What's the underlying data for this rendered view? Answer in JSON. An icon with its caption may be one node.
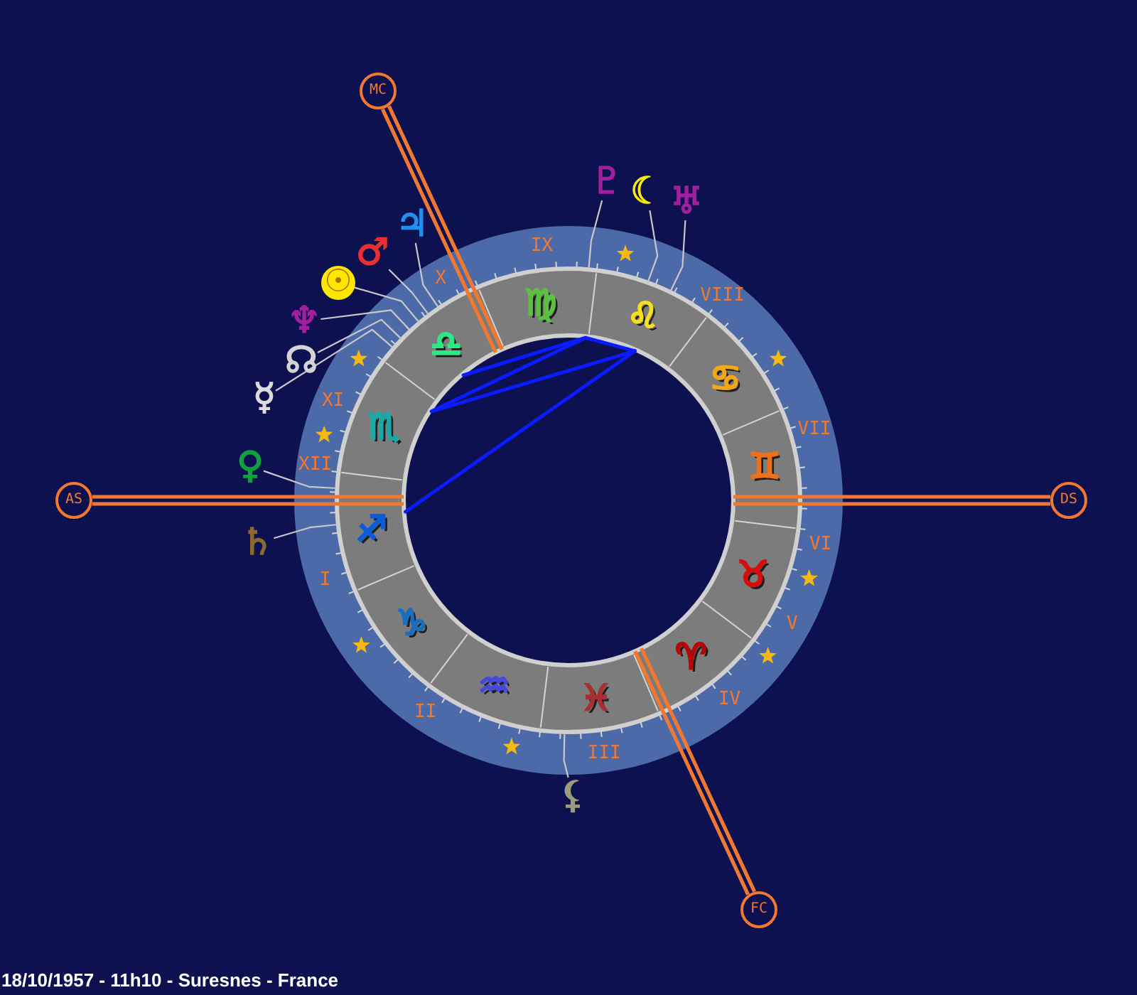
{
  "diagram": {
    "caption": "18/10/1957 - 11h10 - Suresnes - France",
    "nodes": [
      {
        "text": [
          "MC"
        ]
      },
      {
        "text": [
          "♇"
        ]
      },
      {
        "text": [
          "☾"
        ]
      },
      {
        "text": [
          "♅"
        ]
      },
      {
        "text": [
          "♃"
        ]
      },
      {
        "text": [
          "♂"
        ]
      },
      {
        "text": [
          "☉"
        ]
      },
      {
        "text": [
          "♆"
        ]
      },
      {
        "text": [
          "☊"
        ]
      },
      {
        "text": [
          "☿"
        ]
      },
      {
        "text": [
          "AS"
        ]
      },
      {
        "text": [
          "♀"
        ]
      },
      {
        "text": [
          "DS"
        ]
      },
      {
        "text": [
          "♄"
        ]
      },
      {
        "text": [
          "⚸"
        ]
      },
      {
        "text": [
          "FC"
        ]
      }
    ],
    "edges": [
      {
        "from": 0,
        "to": null,
        "arrow": "none",
        "style": "thick",
        "color": "#f07830"
      },
      {
        "from": 1,
        "to": null,
        "arrow": "none"
      },
      {
        "from": 2,
        "to": null,
        "arrow": "none"
      },
      {
        "from": 3,
        "to": null,
        "arrow": "none"
      },
      {
        "from": 4,
        "to": null,
        "arrow": "none"
      },
      {
        "from": 5,
        "to": null,
        "arrow": "none"
      },
      {
        "from": 6,
        "to": null,
        "arrow": "none"
      },
      {
        "from": 7,
        "to": null,
        "arrow": "none"
      },
      {
        "from": 8,
        "to": null,
        "arrow": "none"
      },
      {
        "from": 9,
        "to": null,
        "arrow": "none"
      },
      {
        "from": 10,
        "to": null,
        "arrow": "none",
        "style": "thick",
        "color": "#f07830"
      },
      {
        "from": 11,
        "to": null,
        "arrow": "none"
      },
      {
        "from": 12,
        "to": null,
        "arrow": "none",
        "style": "thick",
        "color": "#f07830"
      },
      {
        "from": 13,
        "to": null,
        "arrow": "none"
      },
      {
        "from": 14,
        "to": null,
        "arrow": "none"
      },
      {
        "from": 15,
        "to": null,
        "arrow": "none",
        "style": "thick",
        "color": "#f07830"
      }
    ],
    "labels": [
      "IX",
      "X",
      "VIII",
      "♍",
      "♌",
      "♎",
      "♋",
      "XI",
      "♏",
      "VII",
      "XII",
      "♊",
      "♐",
      "VI",
      "♉",
      "I",
      "♑",
      "V",
      "♈",
      "♒",
      "♓",
      "IV",
      "II",
      "III"
    ]
  }
}
